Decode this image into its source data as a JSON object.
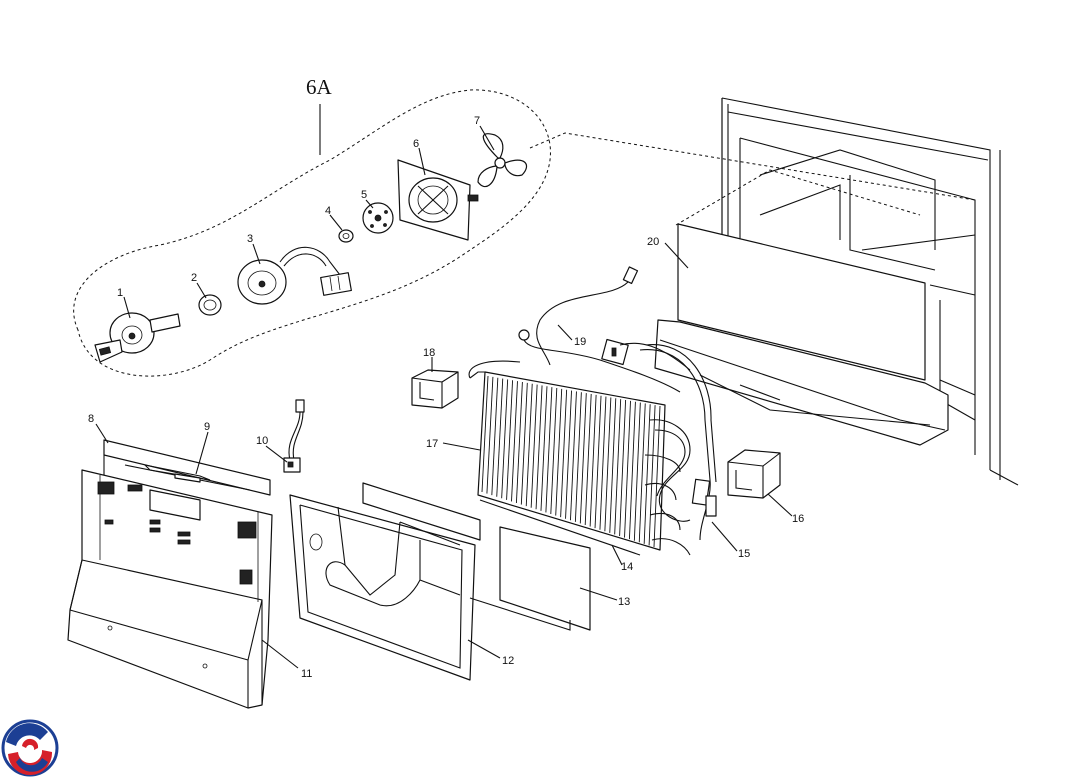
{
  "title": "6A",
  "callouts": [
    "1",
    "2",
    "3",
    "4",
    "5",
    "6",
    "7",
    "8",
    "9",
    "10",
    "11",
    "12",
    "13",
    "14",
    "15",
    "16",
    "17",
    "18",
    "19",
    "20"
  ],
  "colors": {
    "logo_red": "#d6202a",
    "logo_blue": "#1c3f94",
    "line": "#111111"
  },
  "logo": {
    "icon": "brand-swirl-logo"
  }
}
